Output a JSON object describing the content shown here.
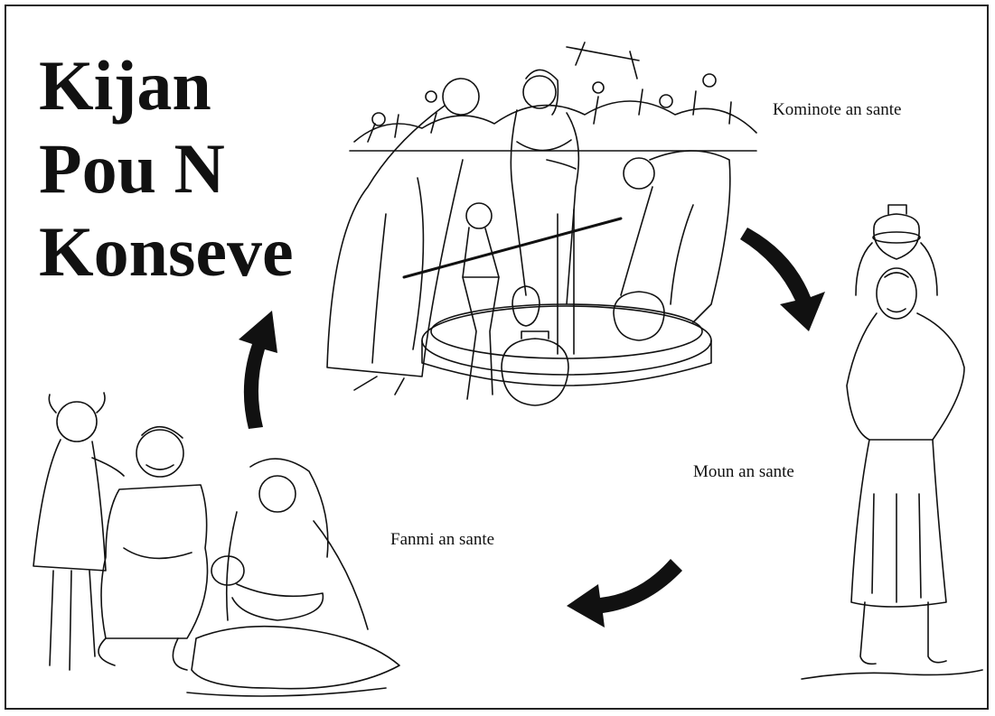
{
  "title_lines": [
    "Kijan",
    "Pou N",
    "Konseve"
  ],
  "labels": {
    "community": "Kominote an sante",
    "person": "Moun an sante",
    "family": "Fanmi an sante"
  },
  "colors": {
    "ink": "#111111",
    "paper": "#ffffff",
    "border": "#222222"
  },
  "icons": [
    "curved-arrow-icon",
    "curved-arrow-icon",
    "curved-arrow-icon"
  ]
}
